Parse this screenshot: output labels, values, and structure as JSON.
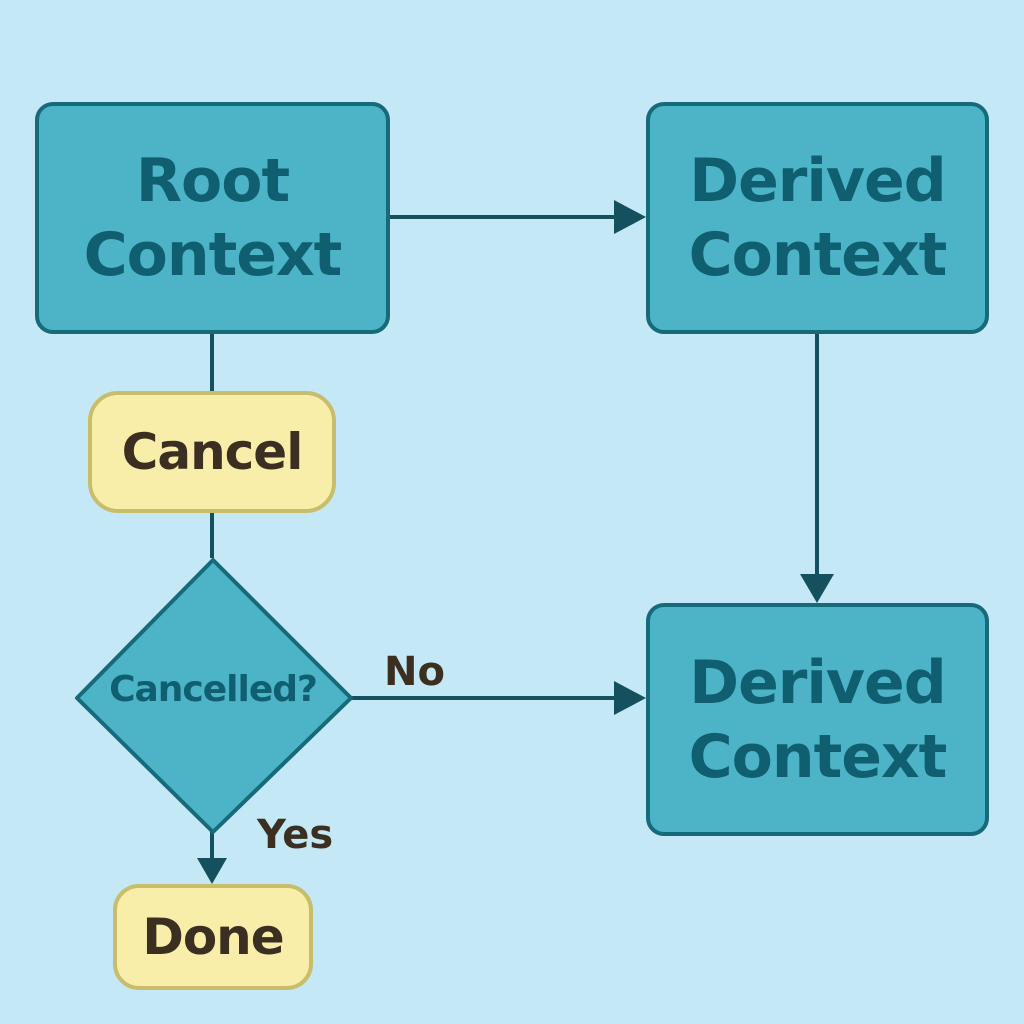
{
  "diagram": {
    "nodes": {
      "root_context": "Root\nContext",
      "derived_context_top": "Derived\nContext",
      "derived_context_bottom": "Derived\nContext",
      "cancel": "Cancel",
      "decision": "Cancelled?",
      "done": "Done"
    },
    "edges": {
      "no_label": "No",
      "yes_label": "Yes"
    },
    "colors": {
      "background": "#c4e8f5",
      "context_fill": "#4db3c6",
      "context_border": "#166a7a",
      "context_text": "#0f5f70",
      "action_fill": "#f8eeaa",
      "action_border": "#c8bd6a",
      "action_text": "#3a2f20",
      "connector": "#14505e"
    }
  }
}
